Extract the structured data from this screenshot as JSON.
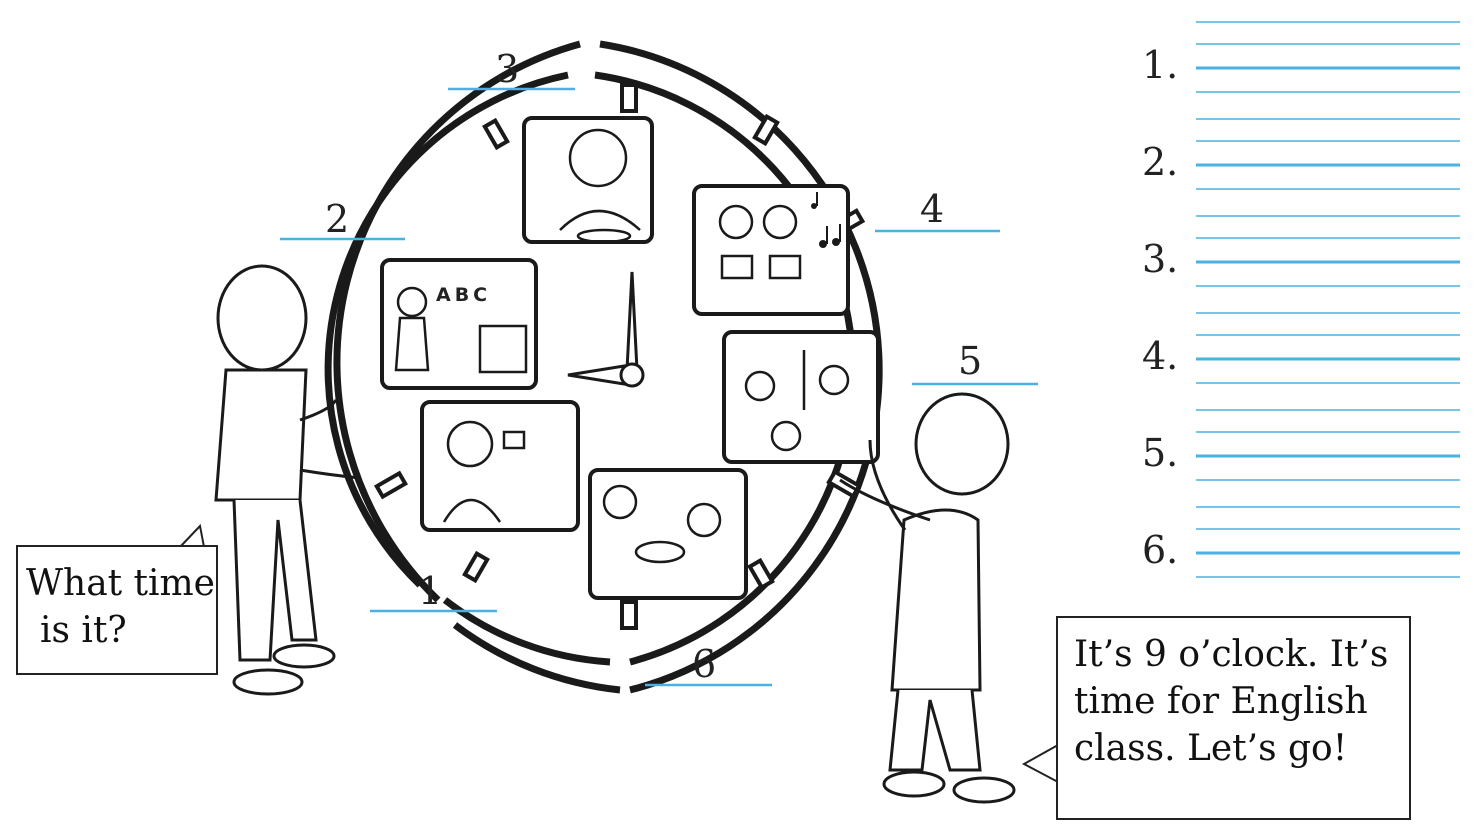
{
  "clock": {
    "slot_labels": [
      "1",
      "2",
      "3",
      "4",
      "5",
      "6"
    ]
  },
  "answer_sheet": {
    "numbers": [
      "1.",
      "2.",
      "3.",
      "4.",
      "5.",
      "6."
    ],
    "line_color": "#4ab2e0"
  },
  "blackboard_text": "ABC",
  "dialogue": {
    "left_bubble": [
      "What time",
      "is it?"
    ],
    "right_bubble": [
      "It’s 9 o’clock. It’s",
      "time for English",
      "class. Let’s go!"
    ]
  },
  "icons": [
    "music-notes-icon",
    "soccer-ball-icon"
  ]
}
